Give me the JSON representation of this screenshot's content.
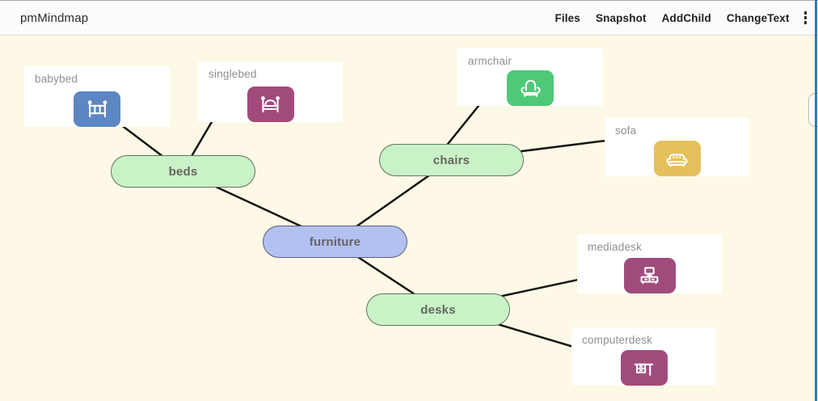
{
  "app": {
    "title": "pmMindmap"
  },
  "menu": {
    "items": [
      {
        "label": "Files"
      },
      {
        "label": "Snapshot"
      },
      {
        "label": "AddChild"
      },
      {
        "label": "ChangeText"
      }
    ],
    "overflow_icon": "kebab-vertical-icon"
  },
  "colors": {
    "canvas_background": "#fdf9e6",
    "header_background": "#fbfbfa",
    "edge": "#141414",
    "branch_fill": "#c9f3c7",
    "root_fill": "#b3c1f2",
    "accent_stripe": "#2b7cb5",
    "icon_blue": "#5c87c3",
    "icon_purple": "#a14b7d",
    "icon_green": "#4fc878",
    "icon_yellow": "#e4c05b"
  },
  "mindmap": {
    "nodes": {
      "furniture": {
        "label": "furniture",
        "role": "root",
        "fill": "#b3c1f2"
      },
      "beds": {
        "label": "beds",
        "role": "branch",
        "fill": "#c9f3c7"
      },
      "chairs": {
        "label": "chairs",
        "role": "branch",
        "fill": "#c9f3c7"
      },
      "desks": {
        "label": "desks",
        "role": "branch",
        "fill": "#c9f3c7"
      },
      "babybed": {
        "label": "babybed",
        "role": "leaf",
        "icon": "crib-icon",
        "icon_color": "#5c87c3"
      },
      "singlebed": {
        "label": "singlebed",
        "role": "leaf",
        "icon": "bed-icon",
        "icon_color": "#a14b7d"
      },
      "armchair": {
        "label": "armchair",
        "role": "leaf",
        "icon": "armchair-icon",
        "icon_color": "#4fc878"
      },
      "sofa": {
        "label": "sofa",
        "role": "leaf",
        "icon": "couch-icon",
        "icon_color": "#e4c05b"
      },
      "mediadesk": {
        "label": "mediadesk",
        "role": "leaf",
        "icon": "media-console-icon",
        "icon_color": "#a14b7d"
      },
      "computerdesk": {
        "label": "computerdesk",
        "role": "leaf",
        "icon": "desk-icon",
        "icon_color": "#a14b7d"
      }
    },
    "edges": [
      {
        "from": "beds",
        "to": "babybed"
      },
      {
        "from": "beds",
        "to": "singlebed"
      },
      {
        "from": "furniture",
        "to": "beds"
      },
      {
        "from": "furniture",
        "to": "chairs"
      },
      {
        "from": "chairs",
        "to": "armchair"
      },
      {
        "from": "chairs",
        "to": "sofa"
      },
      {
        "from": "furniture",
        "to": "desks"
      },
      {
        "from": "desks",
        "to": "mediadesk"
      },
      {
        "from": "desks",
        "to": "computerdesk"
      }
    ]
  }
}
